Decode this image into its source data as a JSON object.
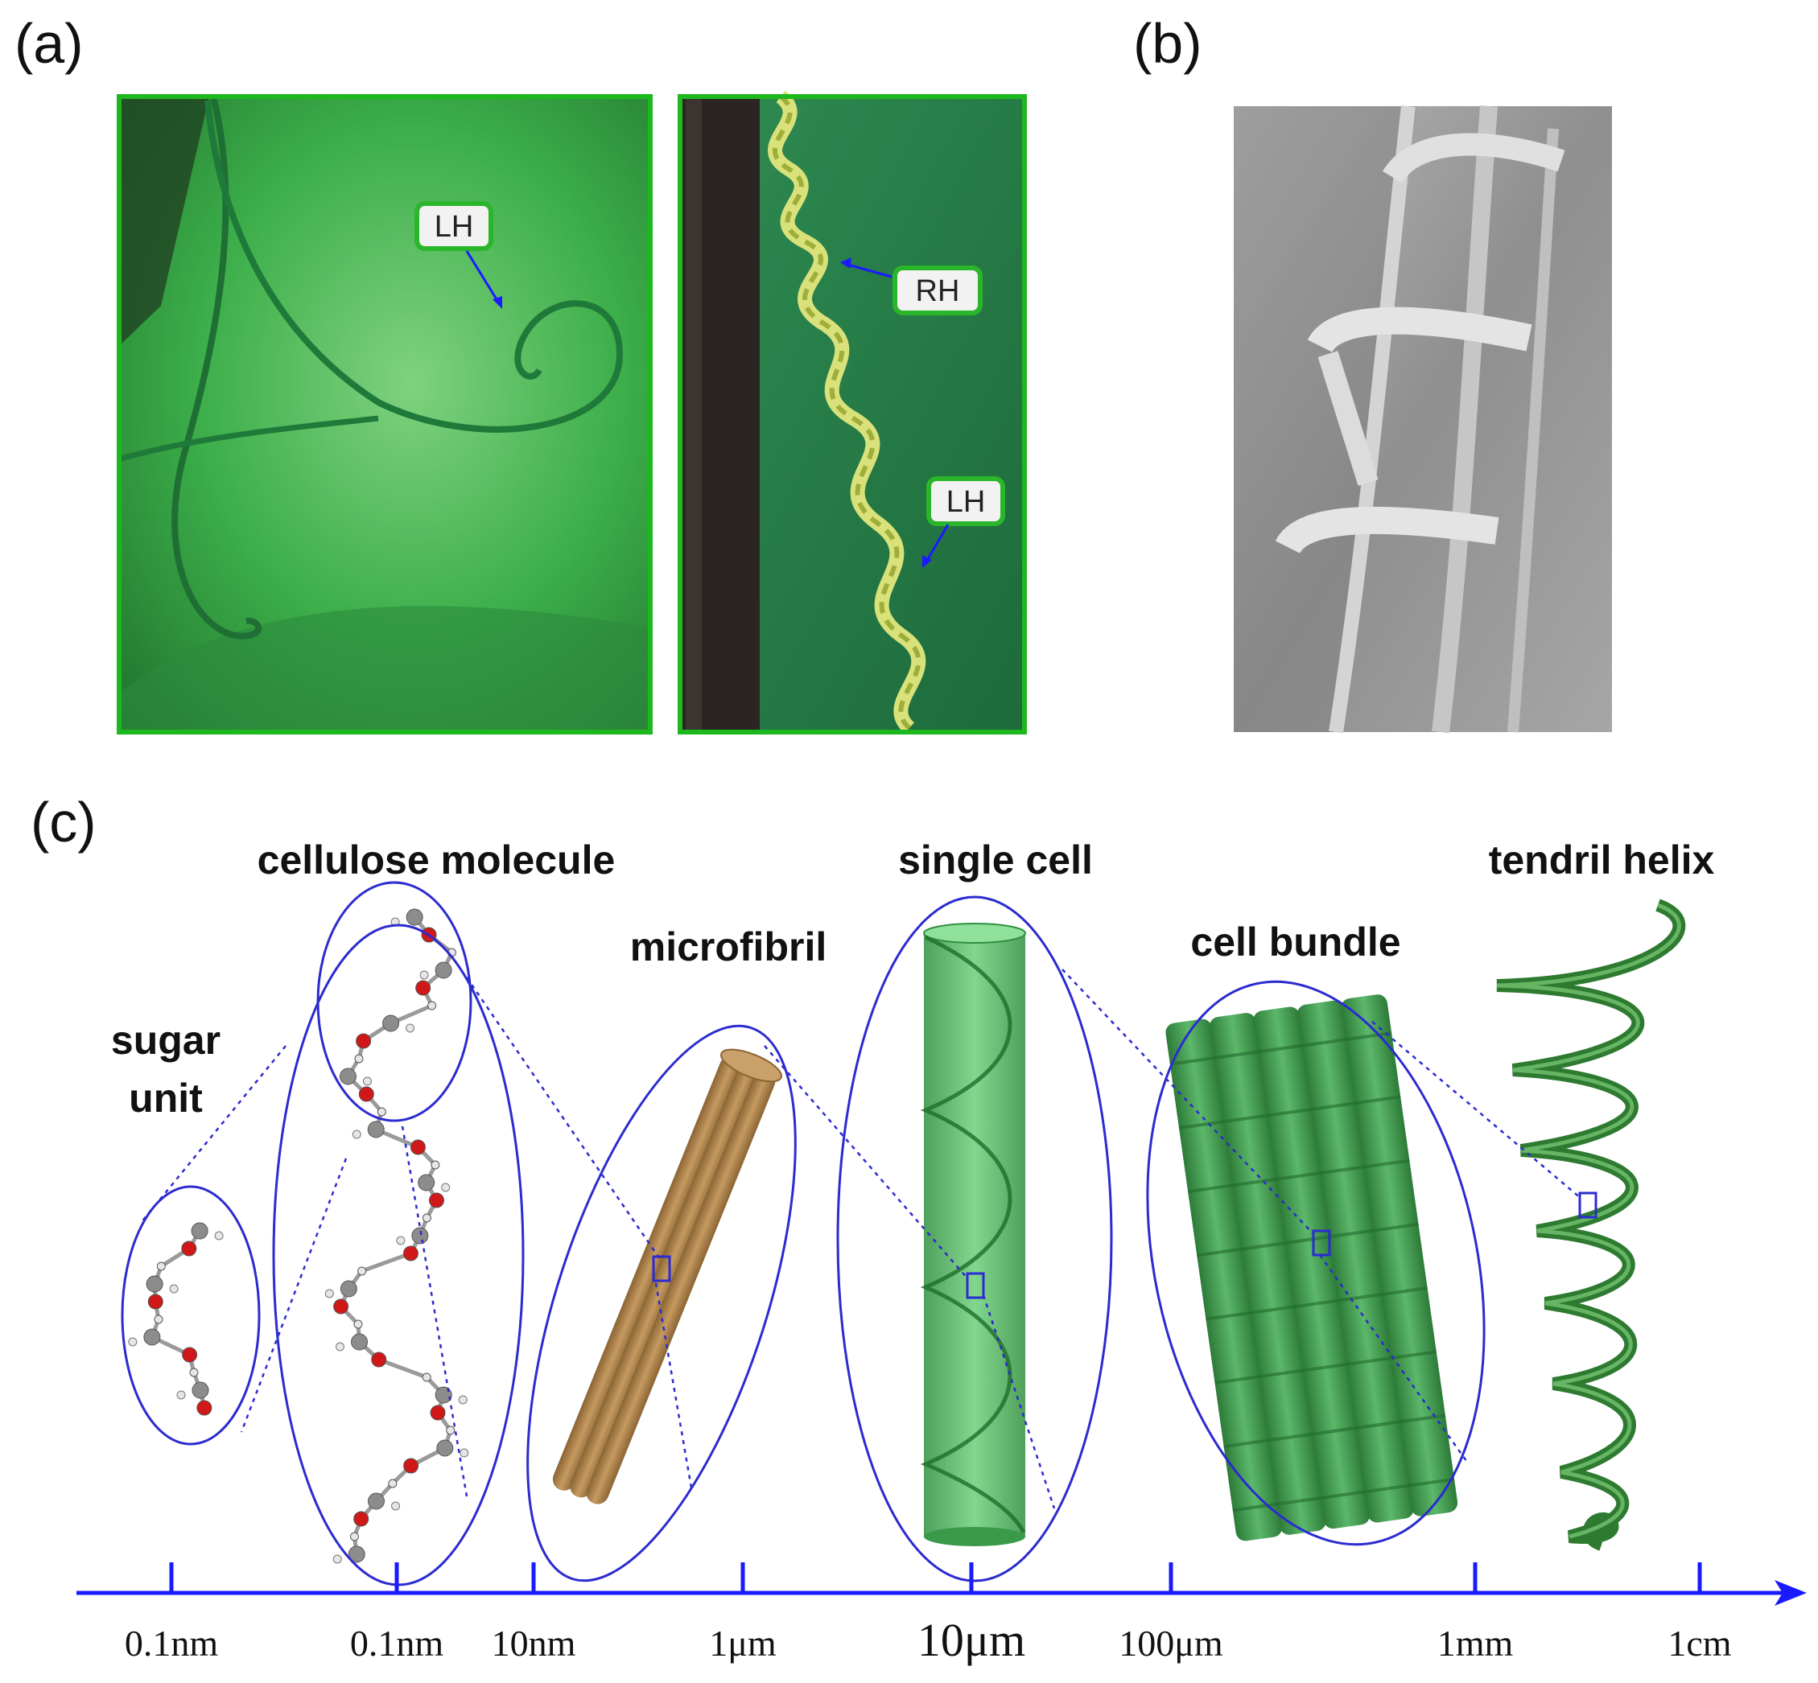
{
  "panels": {
    "a": "(a)",
    "b": "(b)",
    "c": "(c)"
  },
  "tags": {
    "photo1_lh": "LH",
    "photo2_rh": "RH",
    "photo2_lh": "LH"
  },
  "hierarchy": {
    "sugar_unit_line1": "sugar",
    "sugar_unit_line2": "unit",
    "cellulose_molecule": "cellulose molecule",
    "microfibril": "microfibril",
    "single_cell": "single cell",
    "cell_bundle": "cell bundle",
    "tendril_helix": "tendril helix"
  },
  "scale_ticks": [
    "0.1nm",
    "0.1nm",
    "10nm",
    "1μm",
    "10μm",
    "100μm",
    "1mm",
    "1cm"
  ],
  "colors": {
    "frame_green": "#1db81d",
    "ellipse_blue": "#2b2bd0",
    "axis_blue": "#1a1aff",
    "fibril_brown": "#b8894f",
    "cell_green": "#3aa14a"
  }
}
